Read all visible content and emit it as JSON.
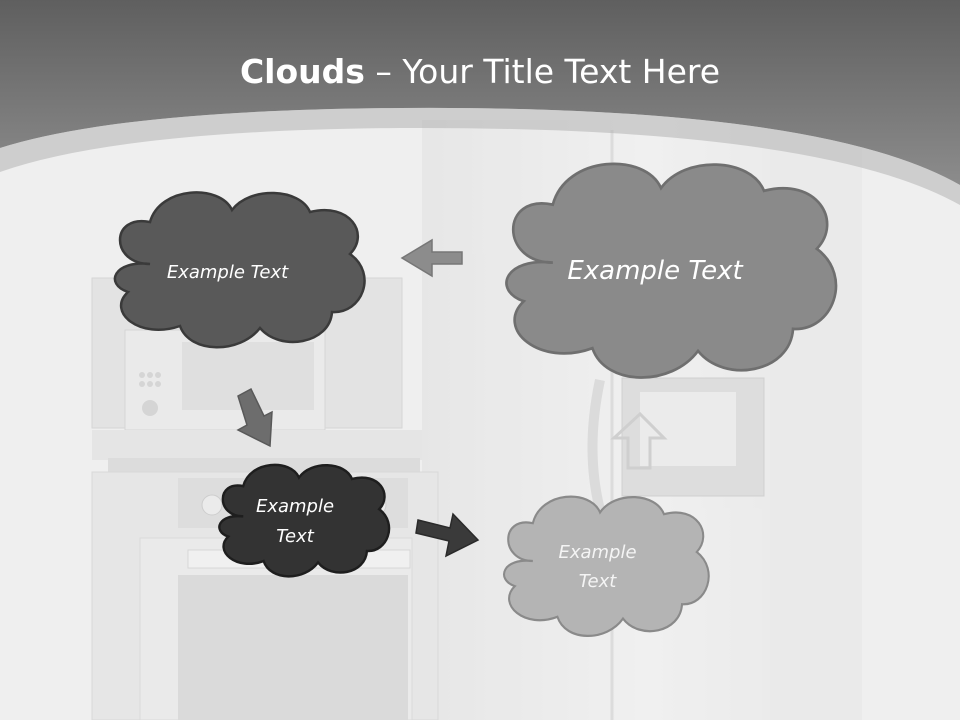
{
  "slide": {
    "title_bold": "Clouds",
    "title_rest": " – Your Title Text Here"
  },
  "clouds": [
    {
      "label": "Example Text",
      "fill": "#595959"
    },
    {
      "label": "Example Text",
      "fill": "#8a8a8a"
    },
    {
      "label": "Example\nText",
      "fill": "#333333"
    },
    {
      "label": "Example\nText",
      "fill": "#b4b4b4"
    }
  ],
  "colors": {
    "header": "#7a7a7a",
    "arrow": "#858585"
  }
}
